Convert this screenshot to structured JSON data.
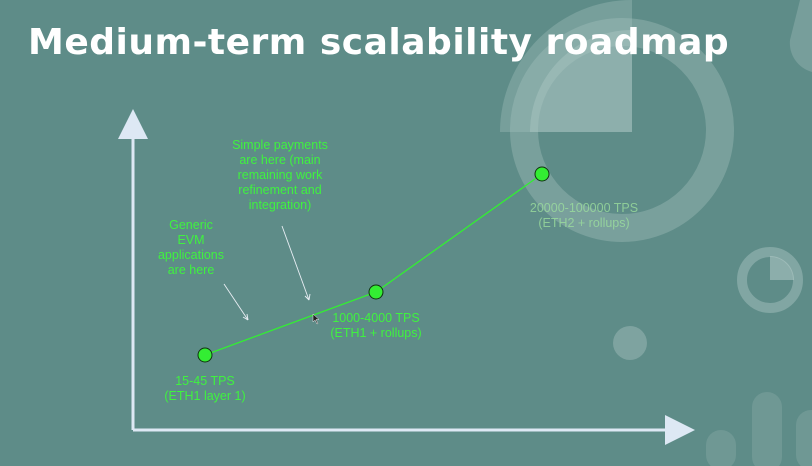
{
  "slide": {
    "title": "Medium-term scalability roadmap"
  },
  "points": [
    {
      "id": "l1",
      "label": "15-45 TPS\n(ETH1 layer 1)"
    },
    {
      "id": "rollups",
      "label": "1000-4000 TPS\n(ETH1 + rollups)"
    },
    {
      "id": "eth2",
      "label": "20000-100000 TPS\n(ETH2 + rollups)"
    }
  ],
  "annotations": [
    {
      "id": "evm",
      "text": "Generic\nEVM\napplications\nare here"
    },
    {
      "id": "payments",
      "text": "Simple payments\nare here (main\nremaining work\nrefinement and\nintegration)"
    }
  ],
  "colors": {
    "background": "#5e8c88",
    "accent": "#33ee33",
    "axis": "#dde8f4"
  }
}
